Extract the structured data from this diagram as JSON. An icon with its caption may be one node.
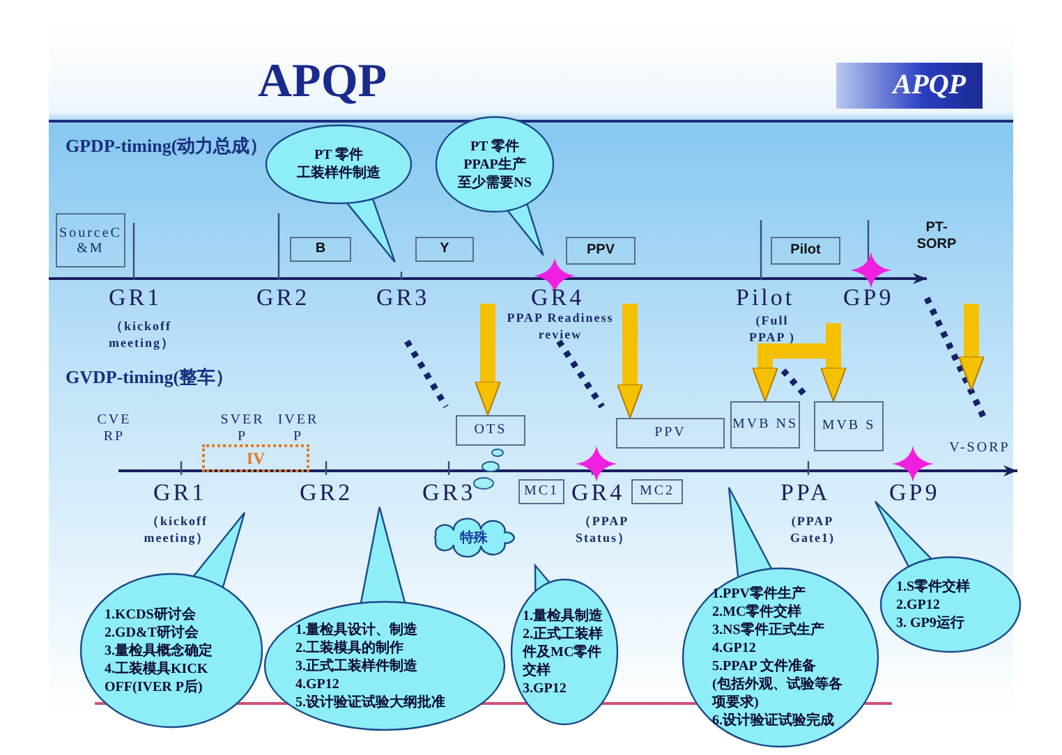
{
  "diagram": {
    "title": "APQP",
    "nodes": [
      {
        "text": [
          "PT 零件",
          "工装样件制造"
        ]
      },
      {
        "text": [
          "PT 零件",
          "PPAP生产",
          "至少需要NS"
        ]
      },
      {
        "text": [
          "SourceC&M"
        ]
      },
      {
        "text": [
          "B"
        ]
      },
      {
        "text": [
          "Y"
        ]
      },
      {
        "text": [
          "PPV"
        ]
      },
      {
        "text": [
          "Pilot"
        ]
      },
      {
        "text": [
          "OTS"
        ]
      },
      {
        "text": [
          "MVB NS"
        ]
      },
      {
        "text": [
          "MVB S"
        ]
      },
      {
        "text": [
          "IV"
        ]
      },
      {
        "text": [
          "PPV"
        ]
      },
      {
        "text": [
          "MC1"
        ]
      },
      {
        "text": [
          "特殊"
        ]
      },
      {
        "text": [
          "MC2"
        ]
      },
      {
        "text": [
          "1.KCDS研讨会",
          "2.GD&T研讨会",
          "3.量检具概念确定",
          "4.工装模具KICK OFF(IVER P后)"
        ]
      },
      {
        "text": [
          "1.量检具设计、制造",
          "2.工装模具的制作",
          "3.正式工装样件制造",
          "4.GP12",
          "5.设计验证试验大纲批准"
        ]
      },
      {
        "text": [
          "1.量检具制造",
          "2.正式工装样件及MC零件交样",
          "3.GP12"
        ]
      },
      {
        "text": [
          "1.PPV零件生产",
          "2.MC零件交样",
          "3.NS零件正式生产",
          "4.GP12",
          "5.PPAP 文件准备",
          "(包括外观、试验等各项要求)",
          "6.设计验证试验完成"
        ]
      },
      {
        "text": [
          "1.S零件交样",
          "2.GP12",
          "3. GP9运行"
        ]
      }
    ],
    "edges": [
      {
        "from": null,
        "to": 7,
        "arrow": "to"
      },
      {
        "from": null,
        "to": 11,
        "arrow": "to"
      },
      {
        "from": null,
        "to": 8,
        "arrow": "to"
      },
      {
        "from": null,
        "to": 9,
        "arrow": "to"
      }
    ],
    "labels": [
      "APQP",
      "GPDP-timing(动力总成）",
      "GR1",
      "（kickoff meeting）",
      "GR2",
      "GR3",
      "GR4",
      "PPAP Readiness review",
      "Pilot",
      "(Full PPAP )",
      "GP9",
      "PT-SORP",
      "GVDP-timing(整车）",
      "CVE RP",
      "SVER P",
      "IVER P",
      "V-SORP",
      "GR1",
      "（kickoff meeting）",
      "GR2",
      "GR3",
      "GR4",
      "（PPAP Status）",
      "PPA",
      "(PPAP Gate1)",
      "GP9"
    ]
  }
}
